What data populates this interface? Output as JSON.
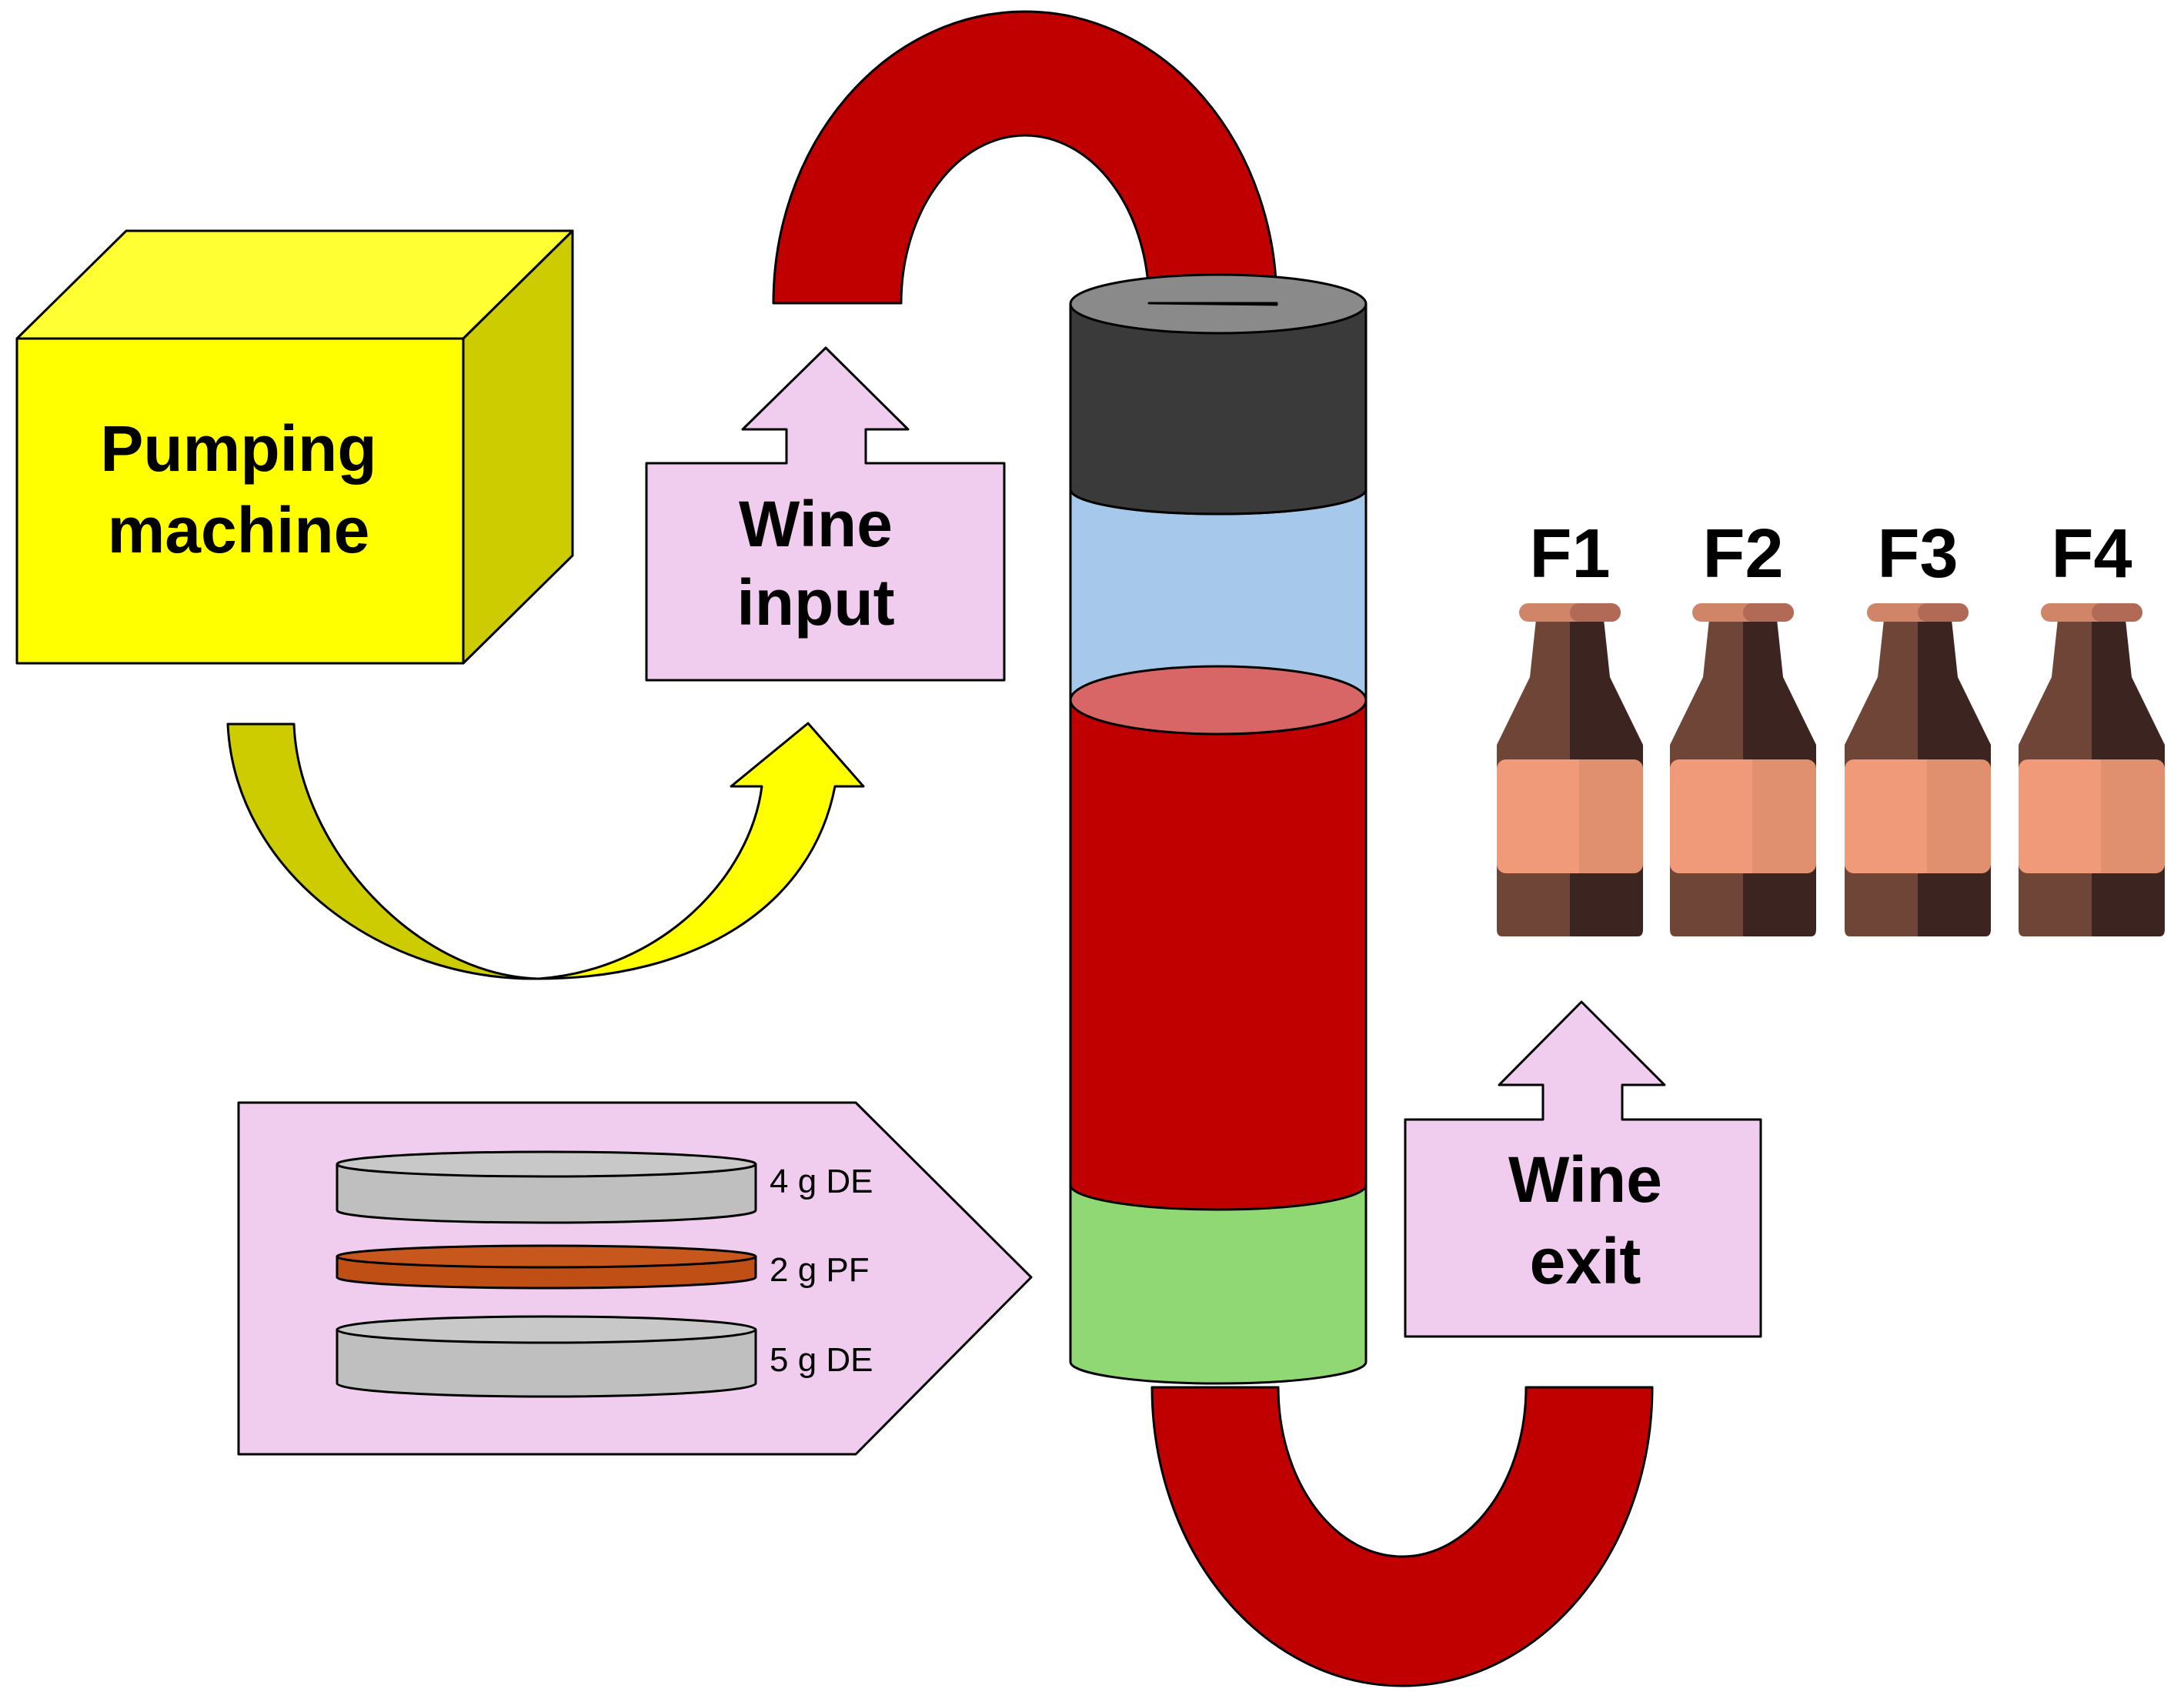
{
  "pump": {
    "line1": "Pumping",
    "line2": "machine"
  },
  "wine_input": {
    "line1": "Wine",
    "line2": "input"
  },
  "wine_exit": {
    "line1": "Wine",
    "line2": "exit"
  },
  "filter_layers": [
    {
      "label": "4 g DE"
    },
    {
      "label": "2 g PF"
    },
    {
      "label": "5 g DE"
    }
  ],
  "bottles": [
    {
      "label": "F1"
    },
    {
      "label": "F2"
    },
    {
      "label": "F3"
    },
    {
      "label": "F4"
    }
  ],
  "colors": {
    "pump_front": "#ffff00",
    "pump_side": "#cccc00",
    "callout_fill": "#f0ccee",
    "tube_red": "#c00000",
    "column_cap": "#3a3a3a",
    "column_blue": "#a6c8ea",
    "column_green": "#8fd873",
    "de_layer": "#bfbfbf",
    "pf_layer": "#c04f15",
    "bottle_dark": "#3c2420",
    "bottle_light": "#6e4537",
    "bottle_label": "#f09a7a"
  }
}
